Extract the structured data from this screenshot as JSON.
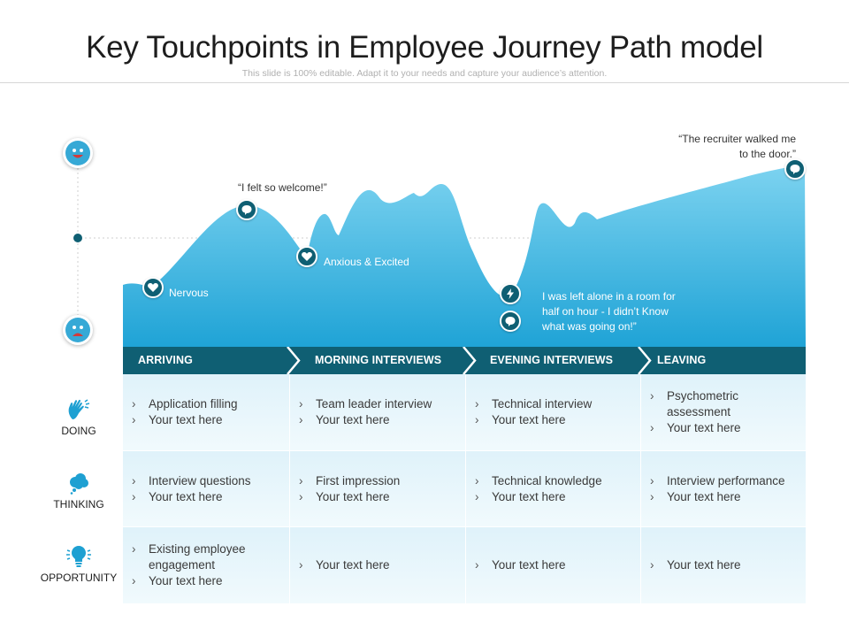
{
  "header": {
    "title": "Key Touchpoints in Employee Journey Path model",
    "subtitle": "This slide is 100% editable. Adapt it to your needs and capture your audience’s attention."
  },
  "emotions": {
    "nervous": "Nervous",
    "welcome": "“I felt so welcome!”",
    "anxious": "Anxious & Excited",
    "alone": "I was left alone in a room for half on hour - I didn’t Know what was going on!”",
    "recruiter": "“The recruiter walked me to the door.”"
  },
  "stages": [
    "ARRIVING",
    "MORNING INTERVIEWS",
    "EVENING INTERVIEWS",
    "LEAVING"
  ],
  "rows": [
    {
      "label": "DOING",
      "icon": "waving-hand-icon",
      "cells": [
        [
          "Application filling",
          "Your text here"
        ],
        [
          "Team leader interview",
          "Your text here"
        ],
        [
          "Technical interview",
          "Your text here"
        ],
        [
          "Psychometric assessment",
          "Your text here"
        ]
      ]
    },
    {
      "label": "THINKING",
      "icon": "thought-cloud-icon",
      "cells": [
        [
          "Interview questions",
          "Your text here"
        ],
        [
          "First impression",
          "Your text here"
        ],
        [
          "Technical knowledge",
          "Your text here"
        ],
        [
          "Interview performance",
          "Your text here"
        ]
      ]
    },
    {
      "label": "OPPORTUNITY",
      "icon": "lightbulb-icon",
      "cells": [
        [
          "Existing employee engagement",
          "Your text here"
        ],
        [
          "Your text here"
        ],
        [
          "Your text here"
        ],
        [
          "Your text here"
        ]
      ]
    }
  ],
  "colors": {
    "wave_top": "#7dd3f0",
    "wave_bottom": "#1fa3d6",
    "dark_teal": "#0f5f73",
    "cell_light": "#f1fafd",
    "cell_dark": "#dff2fa"
  }
}
